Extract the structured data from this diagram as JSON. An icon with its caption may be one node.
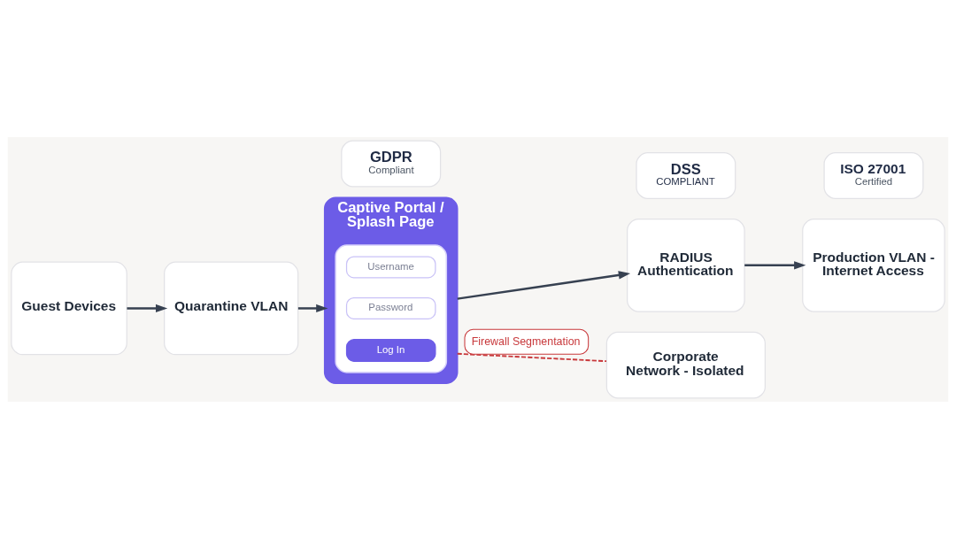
{
  "diagram": {
    "nodes": [
      {
        "text": [
          "GDPR",
          "Compliant"
        ]
      },
      {
        "text": [
          "DSS",
          "COMPLIANT"
        ]
      },
      {
        "text": [
          "ISO 27001",
          "Certified"
        ]
      },
      {
        "text": [
          "Guest Devices"
        ]
      },
      {
        "text": [
          "Quarantine VLAN"
        ]
      },
      {
        "text": [
          "Captive Portal / Splash Page"
        ]
      },
      {
        "text": [],
        "shape": "box",
        "in": 5
      },
      {
        "text": [
          "Username"
        ],
        "in": 6
      },
      {
        "text": [
          "Password"
        ],
        "in": 6
      },
      {
        "text": [
          "Log In"
        ],
        "in": 6
      },
      {
        "text": [
          "RADIUS Authentication"
        ]
      },
      {
        "text": [
          "Production VLAN - Internet Access"
        ]
      },
      {
        "text": [
          "Corporate Network - Isolated"
        ]
      }
    ],
    "edges": [
      {
        "from": 3,
        "to": 4,
        "arrow": "to"
      },
      {
        "from": 4,
        "to": 5,
        "arrow": "to"
      },
      {
        "from": 5,
        "to": 10,
        "arrow": "to"
      },
      {
        "from": 10,
        "to": 11,
        "arrow": "to"
      },
      {
        "from": 5,
        "to": 12,
        "arrow": "none",
        "label": "Firewall Segmentation",
        "style": "dashed",
        "color": "#c8383b"
      }
    ]
  }
}
